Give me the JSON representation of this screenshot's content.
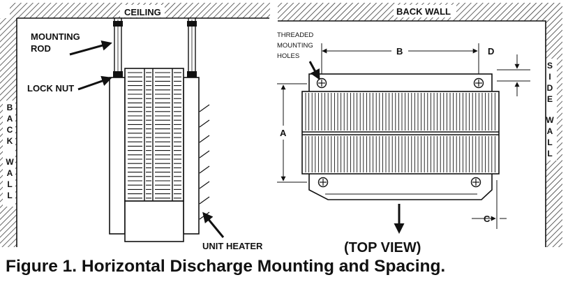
{
  "labels": {
    "ceiling": "CEILING",
    "mounting_rod_1": "MOUNTING",
    "mounting_rod_2": "ROD",
    "lock_nut": "LOCK NUT",
    "back_wall_left": [
      "B",
      "A",
      "C",
      "K",
      "W",
      "A",
      "L",
      "L"
    ],
    "unit_heater": "UNIT HEATER",
    "back_wall_top": "BACK WALL",
    "threaded_1": "THREADED",
    "threaded_2": "MOUNTING",
    "threaded_3": "HOLES",
    "dim_a": "A",
    "dim_b": "B",
    "dim_c": "C",
    "dim_d": "D",
    "side_wall": [
      "S",
      "I",
      "D",
      "E",
      "W",
      "A",
      "L",
      "L"
    ],
    "top_view": "(TOP VIEW)"
  },
  "caption": "Figure 1. Horizontal Discharge Mounting and Spacing."
}
